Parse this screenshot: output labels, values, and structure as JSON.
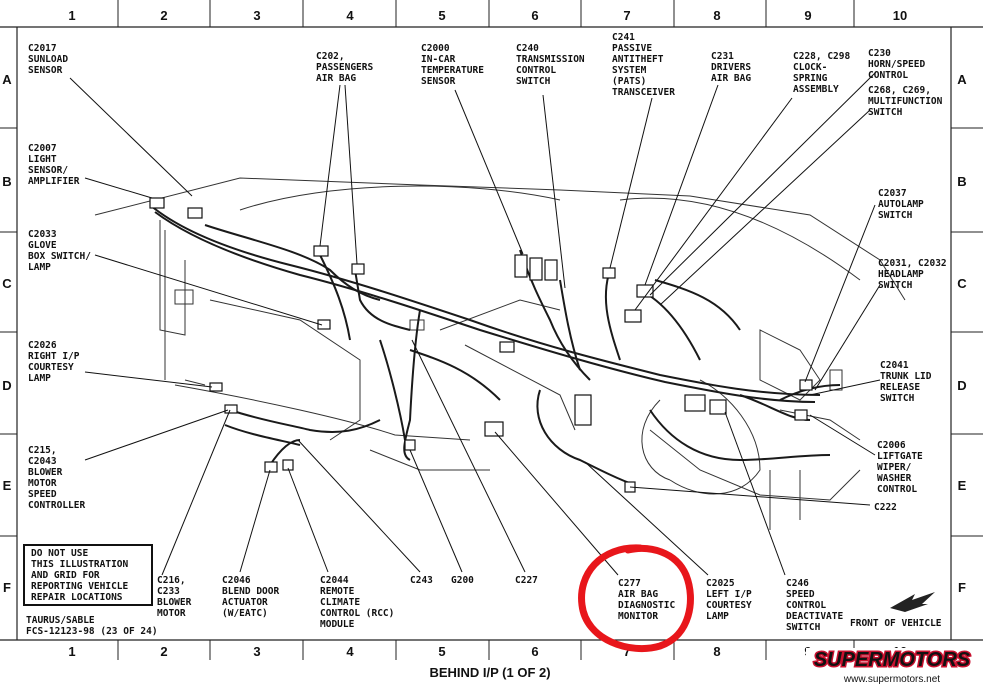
{
  "grid": {
    "columns": [
      "1",
      "2",
      "3",
      "4",
      "5",
      "6",
      "7",
      "8",
      "9",
      "10"
    ],
    "rows": [
      "A",
      "B",
      "C",
      "D",
      "E",
      "F"
    ]
  },
  "labels": {
    "c2017": [
      "C2017",
      "SUNLOAD",
      "SENSOR"
    ],
    "c2007": [
      "C2007",
      "LIGHT",
      "SENSOR/",
      "AMPLIFIER"
    ],
    "c2033": [
      "C2033",
      "GLOVE",
      "BOX SWITCH/",
      "LAMP"
    ],
    "c2026": [
      "C2026",
      "RIGHT I/P",
      "COURTESY",
      "LAMP"
    ],
    "c215": [
      "C215,",
      "C2043",
      "BLOWER",
      "MOTOR",
      "SPEED",
      "CONTROLLER"
    ],
    "c202": [
      "C202,",
      "PASSENGERS",
      "AIR BAG"
    ],
    "c2000": [
      "C2000",
      "IN-CAR",
      "TEMPERATURE",
      "SENSOR"
    ],
    "c240": [
      "C240",
      "TRANSMISSION",
      "CONTROL",
      "SWITCH"
    ],
    "c241": [
      "C241",
      "PASSIVE",
      "ANTITHEFT",
      "SYSTEM",
      "(PATS)",
      "TRANSCEIVER"
    ],
    "c231": [
      "C231",
      "DRIVERS",
      "AIR BAG"
    ],
    "c228": [
      "C228, C298",
      "CLOCK-",
      "SPRING",
      "ASSEMBLY"
    ],
    "c230": [
      "C230",
      "HORN/SPEED",
      "CONTROL"
    ],
    "c268": [
      "C268, C269,",
      "MULTIFUNCTION",
      "SWITCH"
    ],
    "c2037": [
      "C2037",
      "AUTOLAMP",
      "SWITCH"
    ],
    "c2031": [
      "C2031, C2032",
      "HEADLAMP",
      "SWITCH"
    ],
    "c2041": [
      "C2041",
      "TRUNK LID",
      "RELEASE",
      "SWITCH"
    ],
    "c2006": [
      "C2006",
      "LIFTGATE",
      "WIPER/",
      "WASHER",
      "CONTROL"
    ],
    "c222": [
      "C222"
    ],
    "c216": [
      "C216,",
      "C233",
      "BLOWER",
      "MOTOR"
    ],
    "c2046": [
      "C2046",
      "BLEND DOOR",
      "ACTUATOR",
      "(W/EATC)"
    ],
    "c2044": [
      "C2044",
      "REMOTE",
      "CLIMATE",
      "CONTROL (RCC)",
      "MODULE"
    ],
    "c243": [
      "C243"
    ],
    "g200": [
      "G200"
    ],
    "c227": [
      "C227"
    ],
    "c277": [
      "C277",
      "AIR BAG",
      "DIAGNOSTIC",
      "MONITOR"
    ],
    "c2025": [
      "C2025",
      "LEFT I/P",
      "COURTESY",
      "LAMP"
    ],
    "c246": [
      "C246",
      "SPEED",
      "CONTROL",
      "DEACTIVATE",
      "SWITCH"
    ]
  },
  "disclaimer": [
    "DO NOT USE",
    "THIS ILLUSTRATION",
    "AND GRID FOR",
    "REPORTING VEHICLE",
    "REPAIR LOCATIONS"
  ],
  "footer": {
    "model": "TAURUS/SABLE",
    "figure_id": "FCS-12123-98  (23 OF 24)",
    "caption": "BEHIND I/P (1 OF 2)",
    "front_of_vehicle": "FRONT OF VEHICLE"
  },
  "watermark": {
    "brand": "SUPERMOTORS",
    "url": "www.supermotors.net"
  },
  "highlight_color": "#e8161b"
}
